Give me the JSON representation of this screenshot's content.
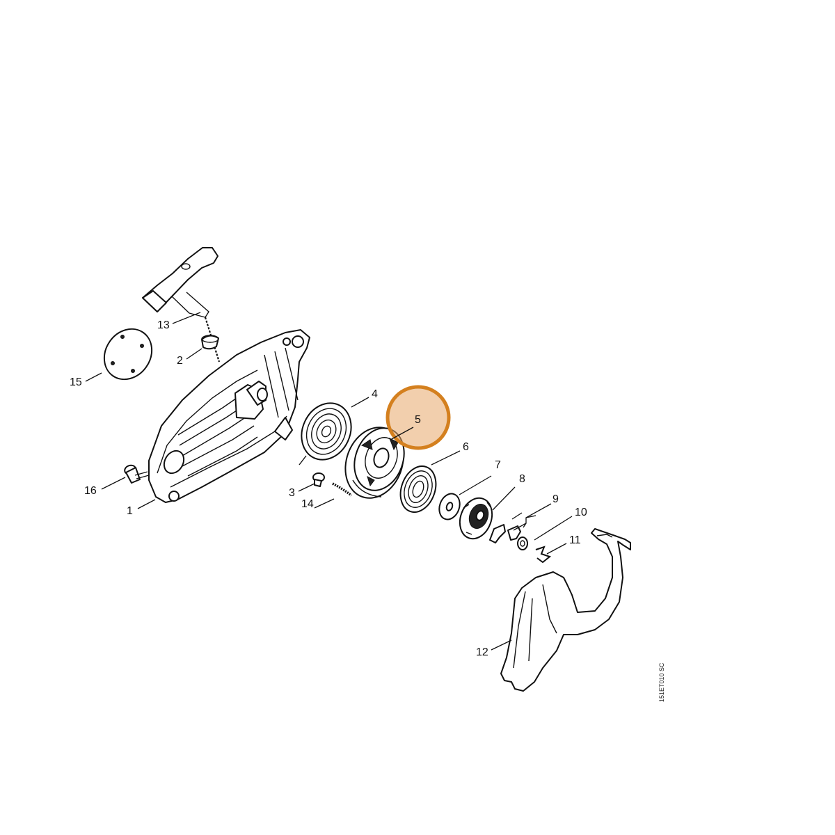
{
  "diagram": {
    "callouts": [
      {
        "id": "c1",
        "label": "1"
      },
      {
        "id": "c2",
        "label": "2"
      },
      {
        "id": "c3",
        "label": "3"
      },
      {
        "id": "c4",
        "label": "4"
      },
      {
        "id": "c5",
        "label": "5"
      },
      {
        "id": "c6",
        "label": "6"
      },
      {
        "id": "c7",
        "label": "7"
      },
      {
        "id": "c8",
        "label": "8"
      },
      {
        "id": "c9",
        "label": "9"
      },
      {
        "id": "c10",
        "label": "10"
      },
      {
        "id": "c11",
        "label": "11"
      },
      {
        "id": "c12",
        "label": "12"
      },
      {
        "id": "c13",
        "label": "13"
      },
      {
        "id": "c14",
        "label": "14"
      },
      {
        "id": "c15",
        "label": "15"
      },
      {
        "id": "c16",
        "label": "16"
      }
    ],
    "highlighted_callout": "5",
    "highlight_color": "#E8A76A",
    "drawing_code": "151ET010 SC"
  }
}
